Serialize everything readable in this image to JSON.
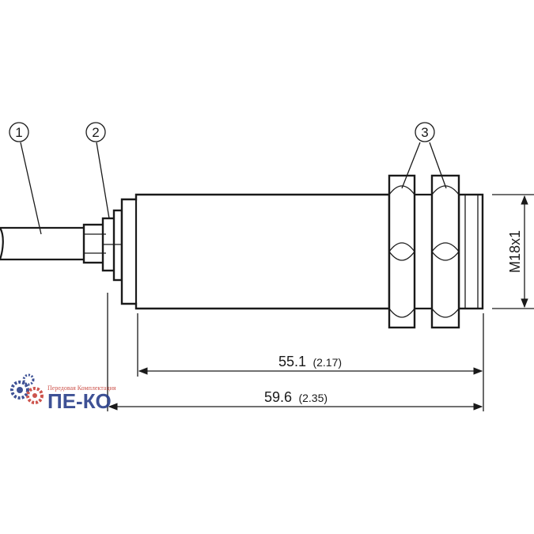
{
  "callouts": [
    {
      "label": "1",
      "target": "cable"
    },
    {
      "label": "2",
      "target": "connector-collar"
    },
    {
      "label": "3",
      "target": "mounting-nuts"
    }
  ],
  "dimensions": {
    "housing_length": {
      "value": "55.1",
      "inch": "(2.17)"
    },
    "total_length": {
      "value": "59.6",
      "inch": "(2.35)"
    },
    "thread": "M18x1"
  },
  "watermark": {
    "brand": "ПЕ-КО",
    "tagline": "Передовая Комплектация"
  },
  "colors": {
    "line": "#1a1a1a",
    "logo_blue": "#2a3f8a",
    "logo_red": "#c8423a"
  }
}
